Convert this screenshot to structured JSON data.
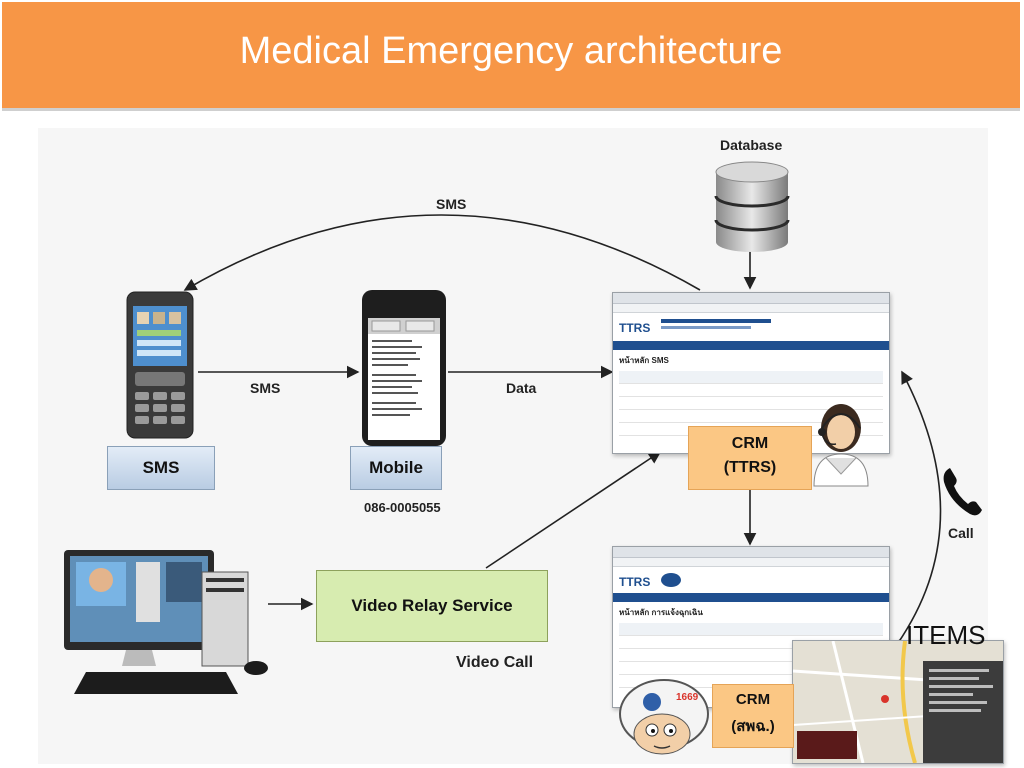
{
  "slide": {
    "title": "Medical Emergency architecture"
  },
  "diagram": {
    "labels": {
      "sms_top": "SMS",
      "sms_mid": "SMS",
      "data": "Data",
      "database": "Database",
      "call": "Call",
      "video_call": "Video Call",
      "phone_number": "086-0005055",
      "items": "ITEMS"
    },
    "boxes": {
      "sms": "SMS",
      "mobile": "Mobile",
      "video_relay": "Video Relay Service",
      "crm_ttrs_line1": "CRM",
      "crm_ttrs_line2": "(TTRS)",
      "crm_spc_line1": "CRM",
      "crm_spc_line2": "(สพฉ.)"
    },
    "screens": {
      "ttrs_heading": "หน้าหลัก SMS",
      "ttrs_logo": "TTRS",
      "emergency_heading": "หน้าหลัก การแจ้งฉุกเฉิน",
      "emergency_logo": "TTRS"
    }
  }
}
